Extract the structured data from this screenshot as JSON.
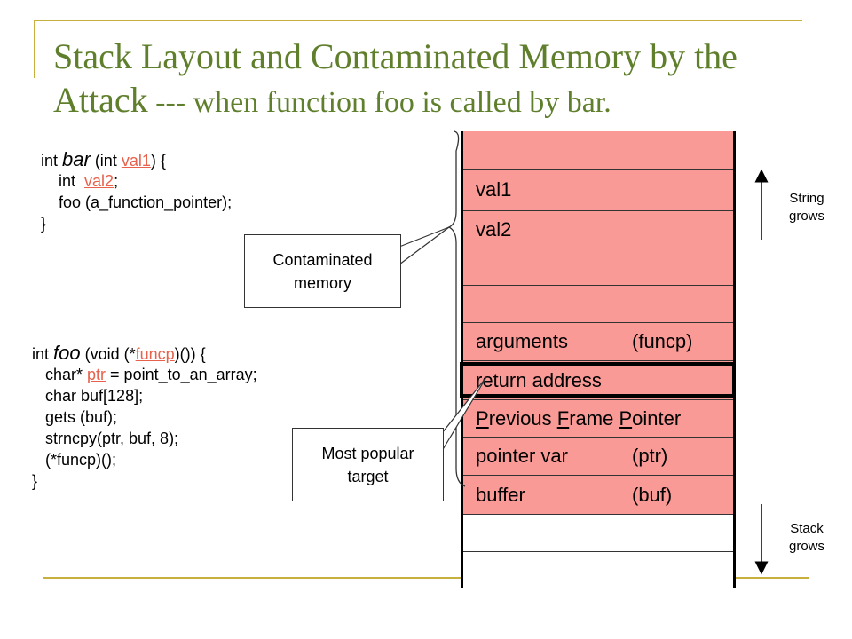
{
  "title": {
    "line1": "Stack Layout and Contaminated Memory by the",
    "line2_part1": "Attack",
    "line2_part2": " --- when function foo is called by bar."
  },
  "code_bar": {
    "l1_pre": "int ",
    "l1_fn": "bar",
    "l1_mid": " (int ",
    "l1_arg": "val1",
    "l1_post": ") {",
    "l2_pre": "    int  ",
    "l2_var": "val2",
    "l2_post": ";",
    "l3": "    foo (a_function_pointer);",
    "l4": "}"
  },
  "code_foo": {
    "l1_pre": "int ",
    "l1_fn": "foo",
    "l1_mid": " (void (*",
    "l1_arg": "funcp",
    "l1_post": ")()) {",
    "l2_pre": "   char* ",
    "l2_var": "ptr",
    "l2_post": " = point_to_an_array;",
    "l3": "   char buf[128];",
    "l4": "   gets (buf);",
    "l5": "   strncpy(ptr, buf, 8);",
    "l6": "   (*funcp)();",
    "l7": "}"
  },
  "stack": {
    "val1": "val1",
    "val2": "val2",
    "arguments": "arguments",
    "arguments_note": "(funcp)",
    "return_address": "return address",
    "pfp_P1": "P",
    "pfp_rest1": "revious ",
    "pfp_F": "F",
    "pfp_rest2": "rame ",
    "pfp_P2": "P",
    "pfp_rest3": "ointer",
    "pointer_var": "pointer var",
    "pointer_var_note": "(ptr)",
    "buffer": "buffer",
    "buffer_note": "(buf)"
  },
  "callouts": {
    "contaminated_line1": "Contaminated",
    "contaminated_line2": "memory",
    "target_line1": "Most popular",
    "target_line2": "target"
  },
  "side_labels": {
    "string_grows_1": "String",
    "string_grows_2": "grows",
    "stack_grows_1": "Stack",
    "stack_grows_2": "grows"
  }
}
